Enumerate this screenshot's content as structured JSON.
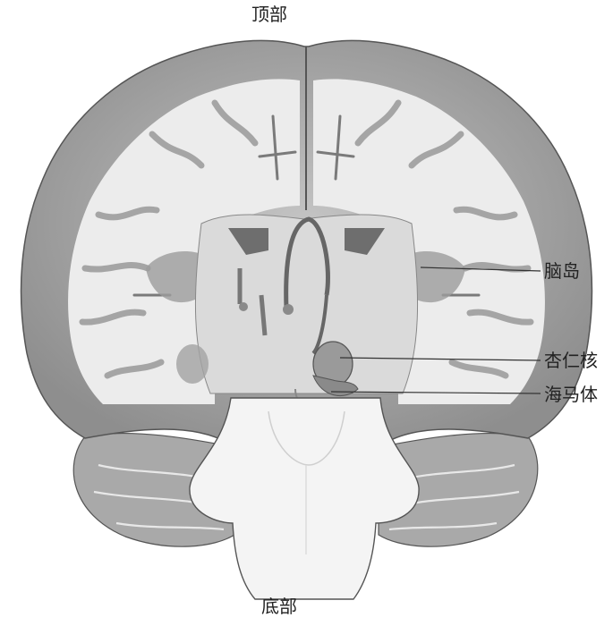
{
  "diagram": {
    "orientation": {
      "top": "顶部",
      "bottom": "底部"
    },
    "callouts": [
      {
        "id": "insula",
        "label": "脑岛"
      },
      {
        "id": "amygdala",
        "label": "杏仁核"
      },
      {
        "id": "hippocampus",
        "label": "海马体"
      }
    ]
  },
  "colors": {
    "cortex_gray": "#a8a8a8",
    "white_matter": "#ececec",
    "sulcus_dark": "#7a7a7a",
    "brainstem": "#f4f4f4",
    "outline": "#555555",
    "leader_line": "#333333"
  }
}
